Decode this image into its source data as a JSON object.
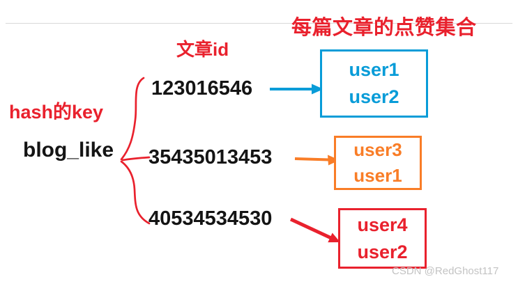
{
  "header": {
    "title": "每篇文章的点赞集合",
    "article_id_label": "文章id"
  },
  "hash": {
    "key_label": "hash的key",
    "key_name": "blog_like"
  },
  "articles": [
    {
      "id": "123016546",
      "accent_color": "#089cd8",
      "users": [
        "user1",
        "user2"
      ]
    },
    {
      "id": "35435013453",
      "accent_color": "#f97d27",
      "users": [
        "user3",
        "user1"
      ]
    },
    {
      "id": "40534534530",
      "accent_color": "#e9212d",
      "users": [
        "user4",
        "user2"
      ]
    }
  ],
  "colors": {
    "red": "#e9212d",
    "blue": "#089cd8",
    "orange": "#f97d27",
    "text_black": "#141414",
    "divider_gray": "#d9d9d9",
    "watermark_gray": "#c3c3c3"
  },
  "watermark": "CSDN @RedGhost117"
}
